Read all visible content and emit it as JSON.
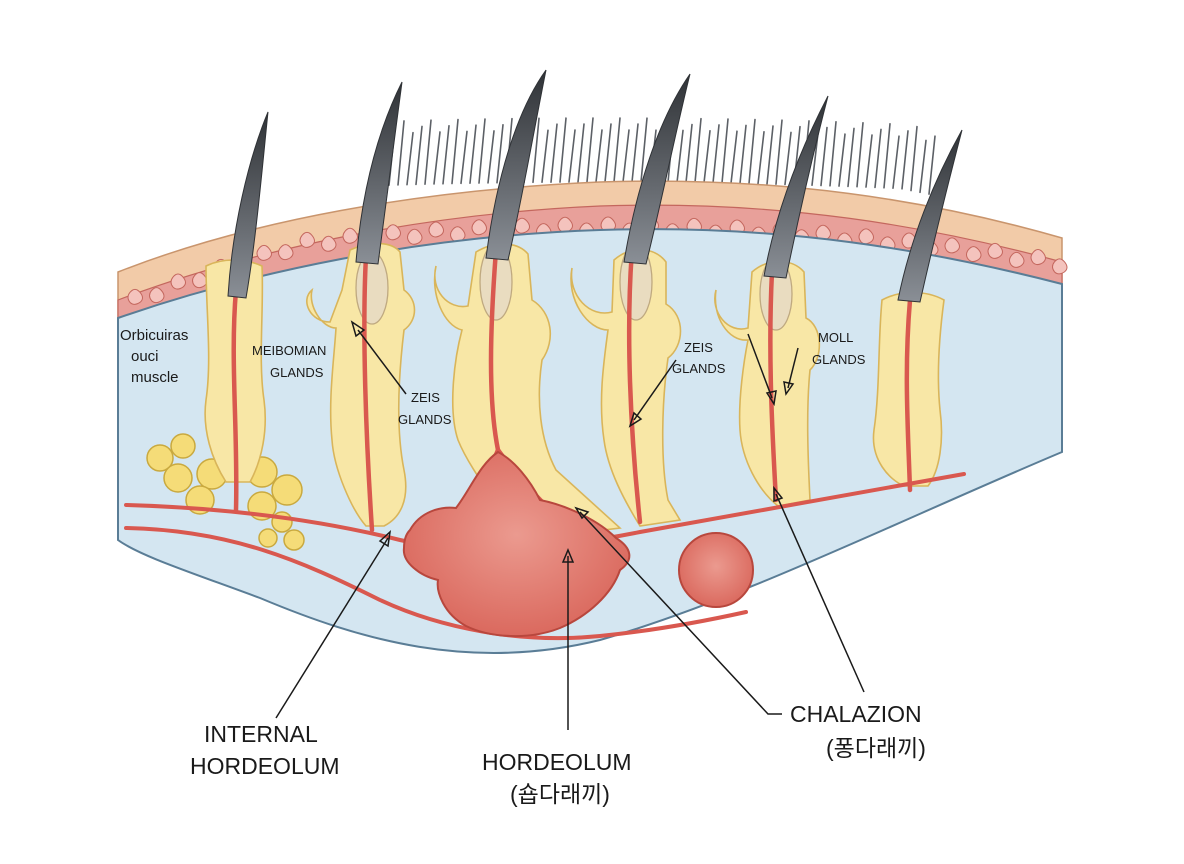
{
  "labels": {
    "orbicularis": [
      "Orbicuiras",
      "ouci",
      "muscle"
    ],
    "meibomian": [
      "MEIBOMIAN",
      "GLANDS"
    ],
    "zeis_1": [
      "ZEIS",
      "GLANDS"
    ],
    "zeis_2": [
      "ZEIS",
      "GLANDS"
    ],
    "moll": [
      "MOLL",
      "GLANDS"
    ],
    "internal_hordeolum": [
      "INTERNAL",
      "HORDEOLUM"
    ],
    "hordeolum": [
      "HORDEOLUM",
      "(숍다래끼)"
    ],
    "chalazion": [
      "CHALAZION",
      "(퐁다래끼)"
    ]
  },
  "colors": {
    "tissue": "#d4e6f1",
    "tissue_outline": "#5a7d96",
    "skin": "#f2cba8",
    "dermis": "#e8a09a",
    "gland": "#f8e7a6",
    "vessel": "#d9584f",
    "lesion": "#e07a6f",
    "hair": "#4a4e54",
    "fat": "#f5dc78"
  }
}
